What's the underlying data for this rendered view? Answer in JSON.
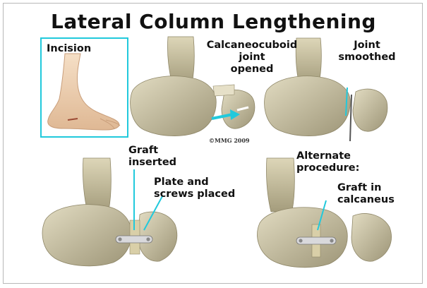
{
  "title": "Lateral Column Lengthening",
  "copyright": "©MMG 2009",
  "panels": {
    "incision": {
      "label": "Incision"
    },
    "joint_opened": {
      "label_lines": [
        "Calcaneocuboid",
        "joint",
        "opened"
      ]
    },
    "joint_smoothed": {
      "label_lines": [
        "Joint",
        "smoothed"
      ]
    },
    "graft_plate": {
      "graft_label_lines": [
        "Graft",
        "inserted"
      ],
      "plate_label_lines": [
        "Plate and",
        "screws placed"
      ]
    },
    "alternate": {
      "label_lines": [
        "Alternate",
        "procedure:"
      ],
      "graft_label_lines": [
        "Graft in",
        "calcaneus"
      ]
    }
  },
  "colors": {
    "accent": "#21c9dc",
    "bone": "#cfc7a6",
    "bone_shadow": "#8f8768",
    "skin": "#efd2b3",
    "incision": "#9c4a34",
    "plate": "#d9d9dc"
  }
}
